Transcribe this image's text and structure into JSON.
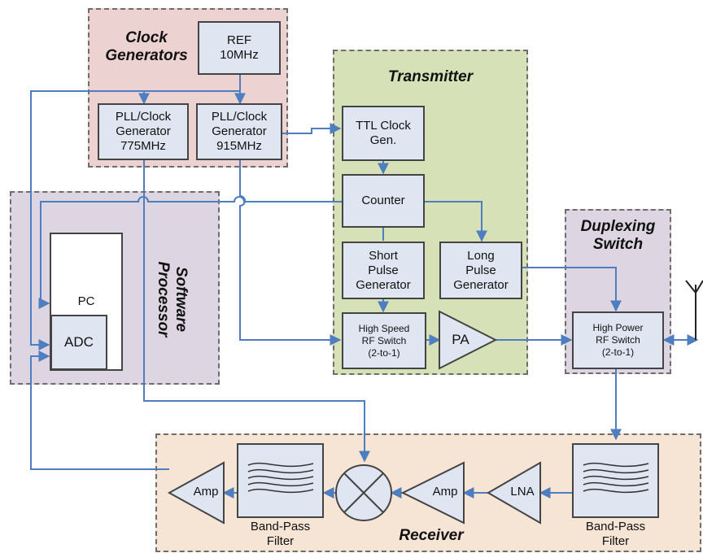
{
  "groups": {
    "clock": "Clock\nGenerators",
    "transmitter": "Transmitter",
    "software": "Software\nProcessor",
    "duplex": "Duplexing\nSwitch",
    "receiver": "Receiver"
  },
  "blocks": {
    "ref": "REF\n10MHz",
    "pll775": "PLL/Clock\nGenerator\n775MHz",
    "pll915": "PLL/Clock\nGenerator\n915MHz",
    "ttl": "TTL Clock\nGen.",
    "counter": "Counter",
    "short_pulse": "Short\nPulse\nGenerator",
    "long_pulse": "Long\nPulse\nGenerator",
    "hs_switch": "High Speed\nRF Switch\n(2-to-1)",
    "pa": "PA",
    "hp_switch": "High Power\nRF Switch\n(2-to-1)",
    "pc": "PC",
    "adc": "ADC",
    "amp_out": "Amp",
    "amp_mid": "Amp",
    "lna": "LNA",
    "bpf_left": "Band-Pass\nFilter",
    "bpf_right": "Band-Pass\nFilter"
  },
  "colors": {
    "clock_bg": "#ecd3d2",
    "transmitter_bg": "#d7e1b7",
    "software_bg": "#ddd6e2",
    "duplex_bg": "#ddd6e2",
    "receiver_bg": "#f6e4d4",
    "block_fill": "#dfe6f1",
    "wire": "#4f7ec0"
  }
}
